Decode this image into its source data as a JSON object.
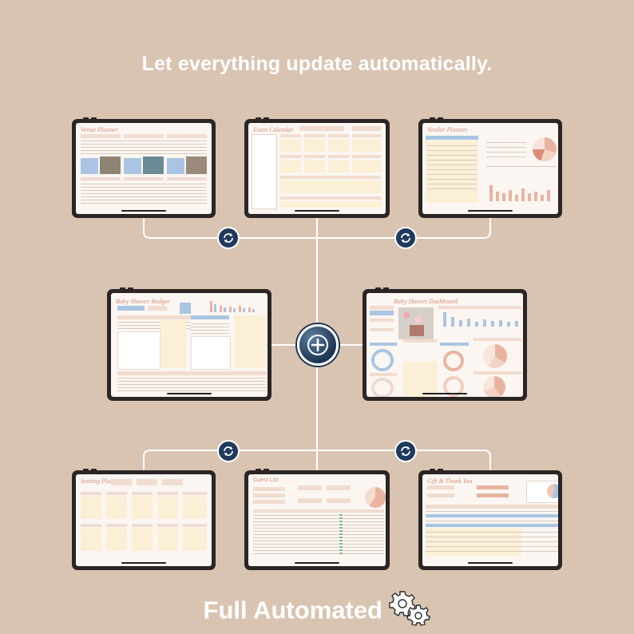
{
  "headline": "Let everything update automatically.",
  "footer": {
    "text": "Full Automated",
    "icon": "gears-icon"
  },
  "thumbnails": {
    "top_left": {
      "title": "Venue Planner"
    },
    "top_center": {
      "title": "Event Calendar"
    },
    "top_right": {
      "title": "Vendor Planner"
    },
    "middle_left": {
      "title": "Baby Shower Budget"
    },
    "middle_right": {
      "title": "Baby Shower Dashboard"
    },
    "bottom_left": {
      "title": "Seating Plan"
    },
    "bottom_center": {
      "title": "Guest List"
    },
    "bottom_right": {
      "title": "Gift & Thank You"
    }
  },
  "icons": {
    "sync": "sync-icon",
    "hub": "plus-icon"
  },
  "colors": {
    "background": "#d9c4b2",
    "accent": "#e8b4a0",
    "blue": "#a9c5e3",
    "hub": "#1f3a5c"
  }
}
